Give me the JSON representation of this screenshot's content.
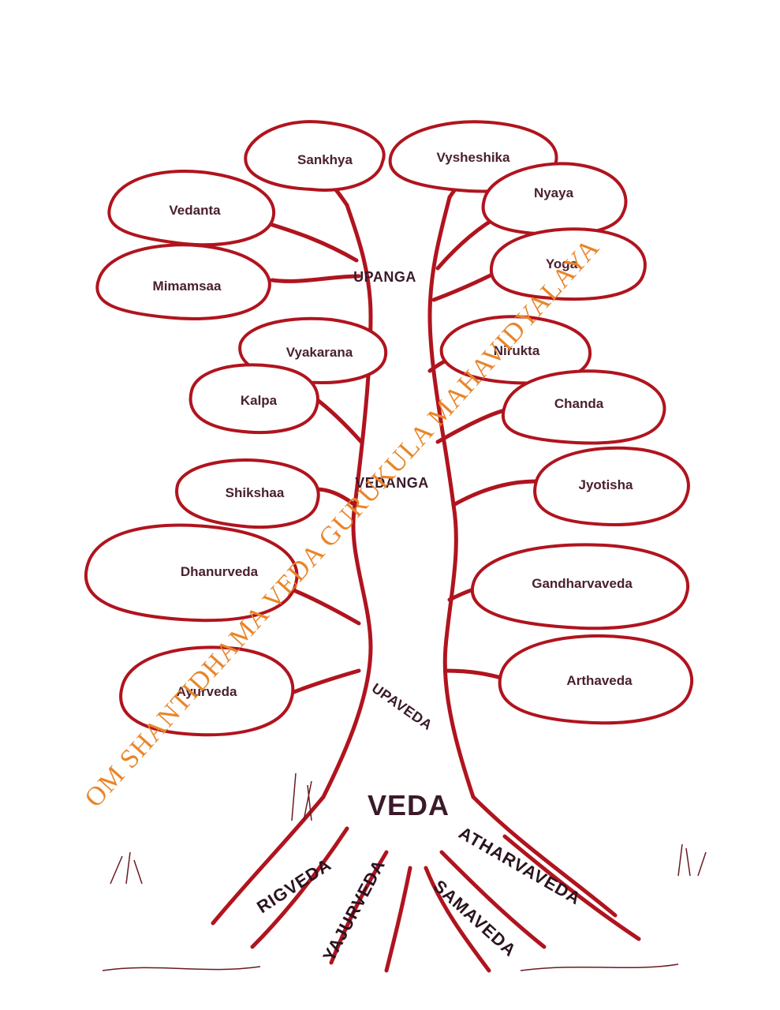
{
  "diagram": {
    "center_label": "VEDA",
    "sections": {
      "upanga": "UPANGA",
      "vedanga": "VEDANGA",
      "upaveda": "UPAVEDA"
    },
    "upanga_leaves": [
      "Sankhya",
      "Vysheshika",
      "Vedanta",
      "Nyaya",
      "Mimamsaa",
      "Yoga"
    ],
    "vedanga_leaves": [
      "Vyakarana",
      "Nirukta",
      "Kalpa",
      "Chanda",
      "Shikshaa",
      "Jyotisha"
    ],
    "upaveda_leaves": [
      "Dhanurveda",
      "Gandharvaveda",
      "Ayurveda",
      "Arthaveda"
    ],
    "roots": [
      "RIGVEDA",
      "YAJURVEDA",
      "SAMAVEDA",
      "ATHARVAVEDA"
    ]
  },
  "watermark": "OM SHANTIDHAMA VEDA GURUKULA MAHAVIDYALAYA",
  "colors": {
    "outline": "#b0141e",
    "text": "#4a2030",
    "watermark": "#e8862a"
  }
}
